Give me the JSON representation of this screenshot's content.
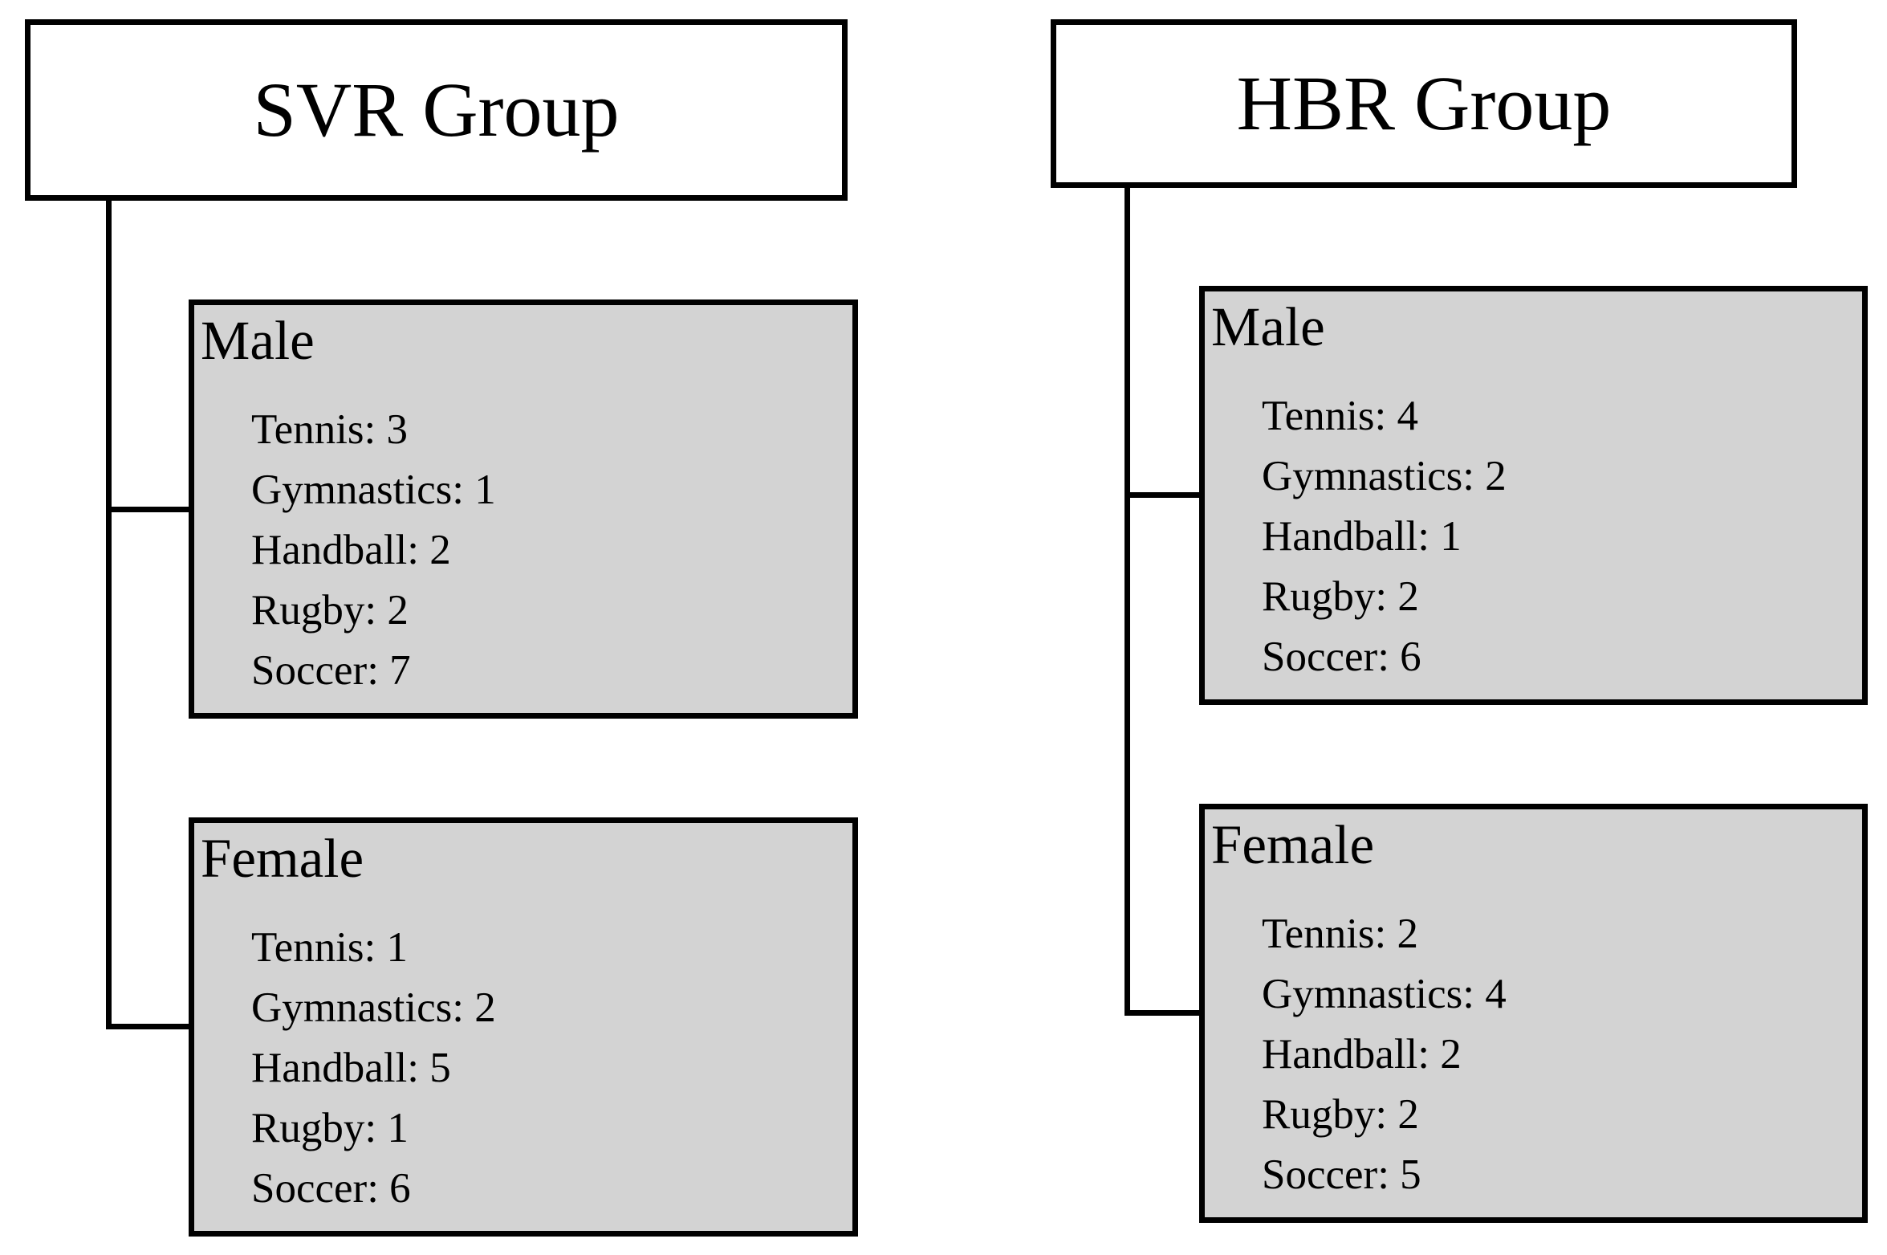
{
  "groups": [
    {
      "title": "SVR Group",
      "categories": [
        {
          "title": "Male",
          "items": [
            "Tennis: 3",
            "Gymnastics: 1",
            "Handball: 2",
            "Rugby: 2",
            "Soccer: 7"
          ]
        },
        {
          "title": "Female",
          "items": [
            "Tennis: 1",
            "Gymnastics: 2",
            "Handball: 5",
            "Rugby: 1",
            "Soccer: 6"
          ]
        }
      ]
    },
    {
      "title": "HBR Group",
      "categories": [
        {
          "title": "Male",
          "items": [
            "Tennis: 4",
            "Gymnastics: 2",
            "Handball: 1",
            "Rugby: 2",
            "Soccer: 6"
          ]
        },
        {
          "title": "Female",
          "items": [
            "Tennis: 2",
            "Gymnastics: 4",
            "Handball: 2",
            "Rugby: 2",
            "Soccer: 5"
          ]
        }
      ]
    }
  ],
  "colors": {
    "line": "#000000",
    "group_box_fill": "#ffffff",
    "category_box_fill": "#d3d3d3"
  }
}
